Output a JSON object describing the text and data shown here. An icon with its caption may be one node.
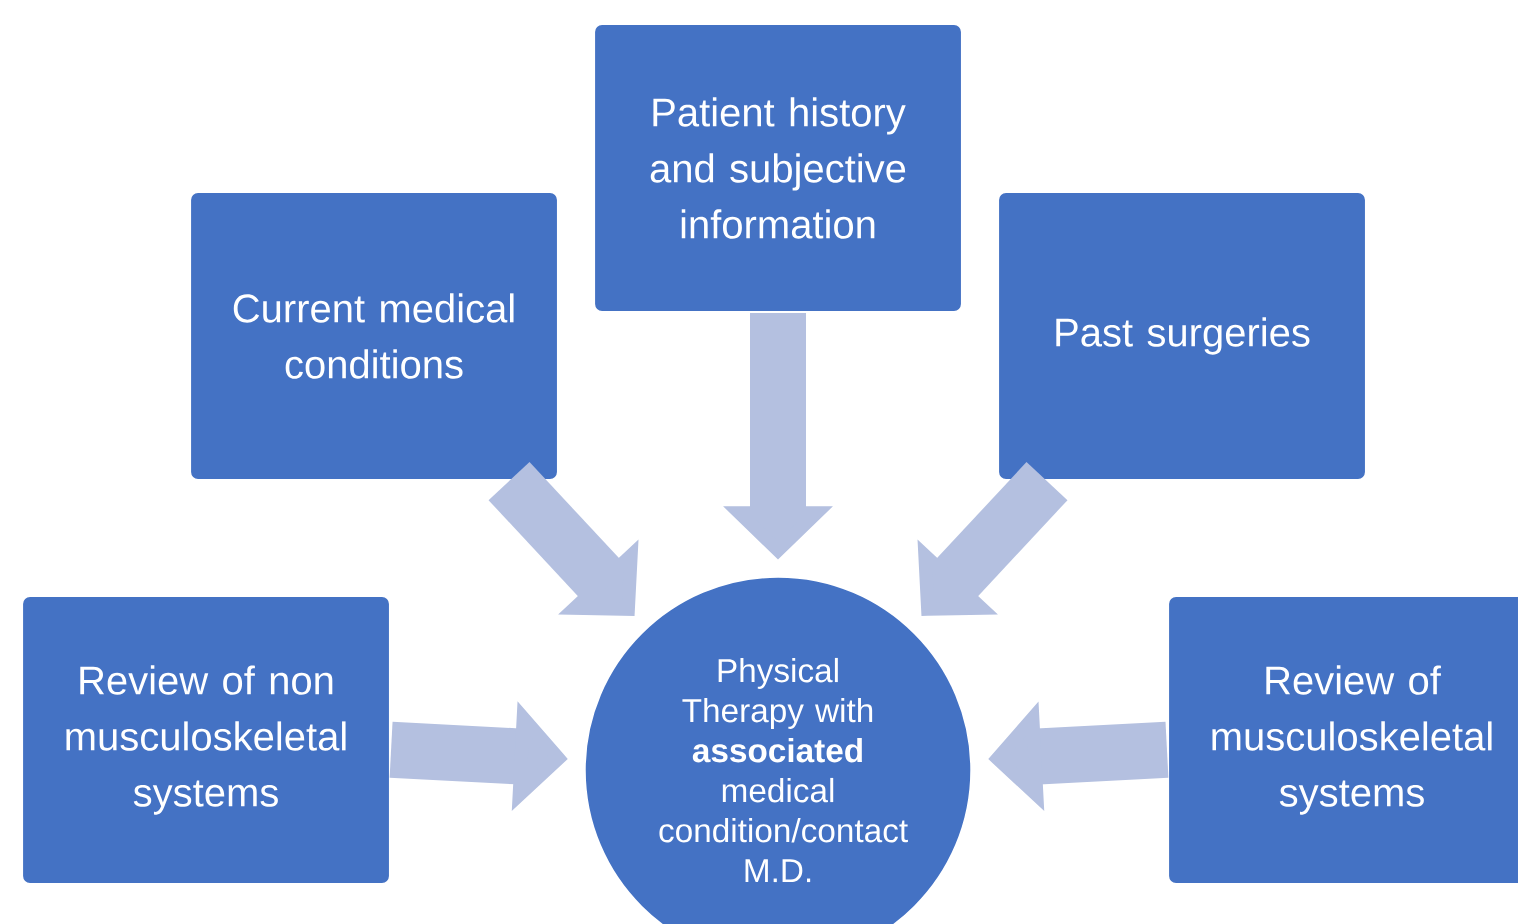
{
  "diagram": {
    "nodes": [
      {
        "text": [
          "Patient history and subjective information"
        ]
      },
      {
        "text": [
          "Current medical conditions"
        ]
      },
      {
        "text": [
          "Past surgeries"
        ]
      },
      {
        "text": [
          "Review of non musculoskeletal systems"
        ]
      },
      {
        "text": [
          "Physical Therapy with **associated** medical condition/contact M.D."
        ]
      },
      {
        "text": [
          "Review of musculoskeletal systems"
        ]
      }
    ],
    "edges": [
      {
        "from": 0,
        "to": 4,
        "arrow": "to"
      },
      {
        "from": 1,
        "to": 4,
        "arrow": "to"
      },
      {
        "from": 2,
        "to": 4,
        "arrow": "to"
      },
      {
        "from": 3,
        "to": 4,
        "arrow": "to"
      },
      {
        "from": 5,
        "to": 4,
        "arrow": "to"
      }
    ]
  }
}
